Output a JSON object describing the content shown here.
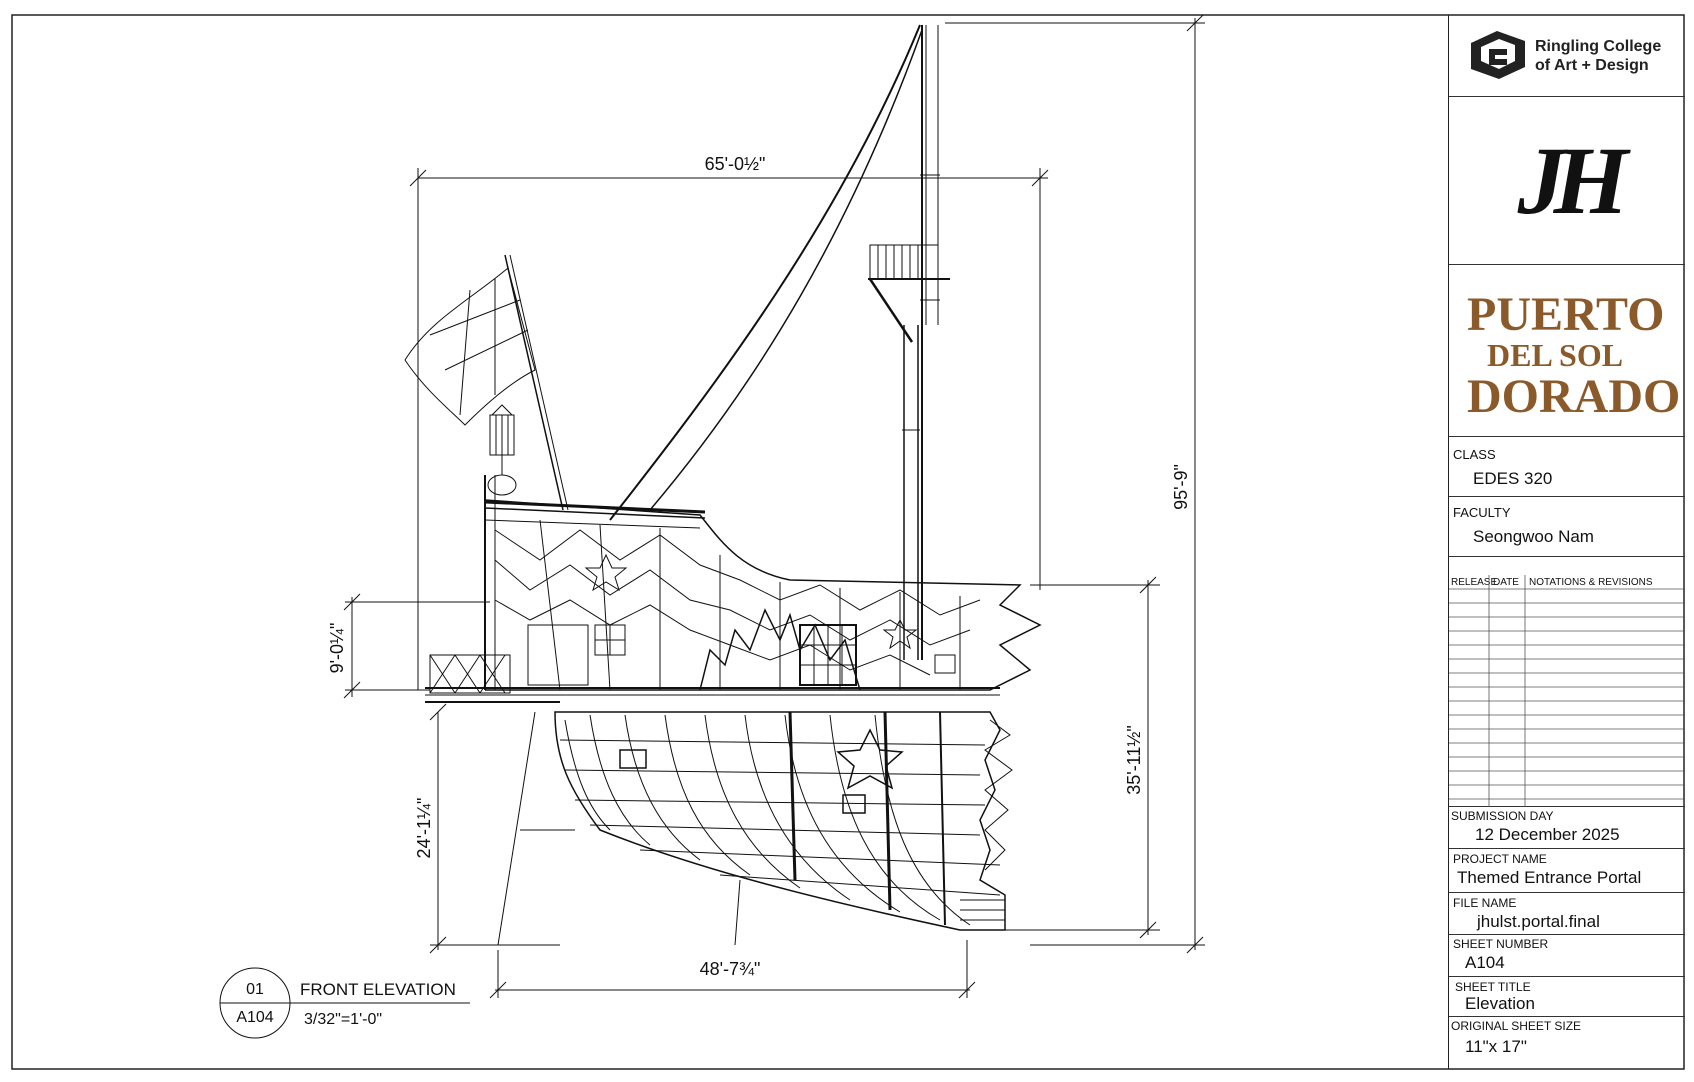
{
  "dimensions": {
    "top_width": "65'-0½\"",
    "total_height": "95'-9\"",
    "deck_height": "9'-0¼\"",
    "hull_height": "24'-1¼\"",
    "right_height": "35'-11½\"",
    "bottom_width": "48'-7¾\""
  },
  "detail_tag": {
    "number": "01",
    "sheet": "A104",
    "title": "FRONT ELEVATION",
    "scale": "3/32\"=1'-0\""
  },
  "title_block": {
    "school_line1": "Ringling College",
    "school_line2": "of Art + Design",
    "monogram": "JH",
    "project_logo": [
      "PUERTO",
      "DEL SOL",
      "DORADO"
    ],
    "class_label": "CLASS",
    "class_value": "EDES 320",
    "faculty_label": "FACULTY",
    "faculty_value": "Seongwoo Nam",
    "rev_release": "RELEASE",
    "rev_date": "DATE",
    "rev_notes": "NOTATIONS & REVISIONS",
    "submission_label": "SUBMISSION DAY",
    "submission_value": "12 December 2025",
    "project_label": "PROJECT NAME",
    "project_value": "Themed Entrance Portal",
    "file_label": "FILE NAME",
    "file_value": "jhulst.portal.final",
    "sheet_number_label": "SHEET NUMBER",
    "sheet_number_value": "A104",
    "sheet_title_label": "SHEET TITLE",
    "sheet_title_value": "Elevation",
    "sheet_size_label": "ORIGINAL SHEET SIZE",
    "sheet_size_value": "11\"x 17\""
  },
  "colors": {
    "line": "#111111",
    "logo_brown": "#8a5a2b"
  }
}
